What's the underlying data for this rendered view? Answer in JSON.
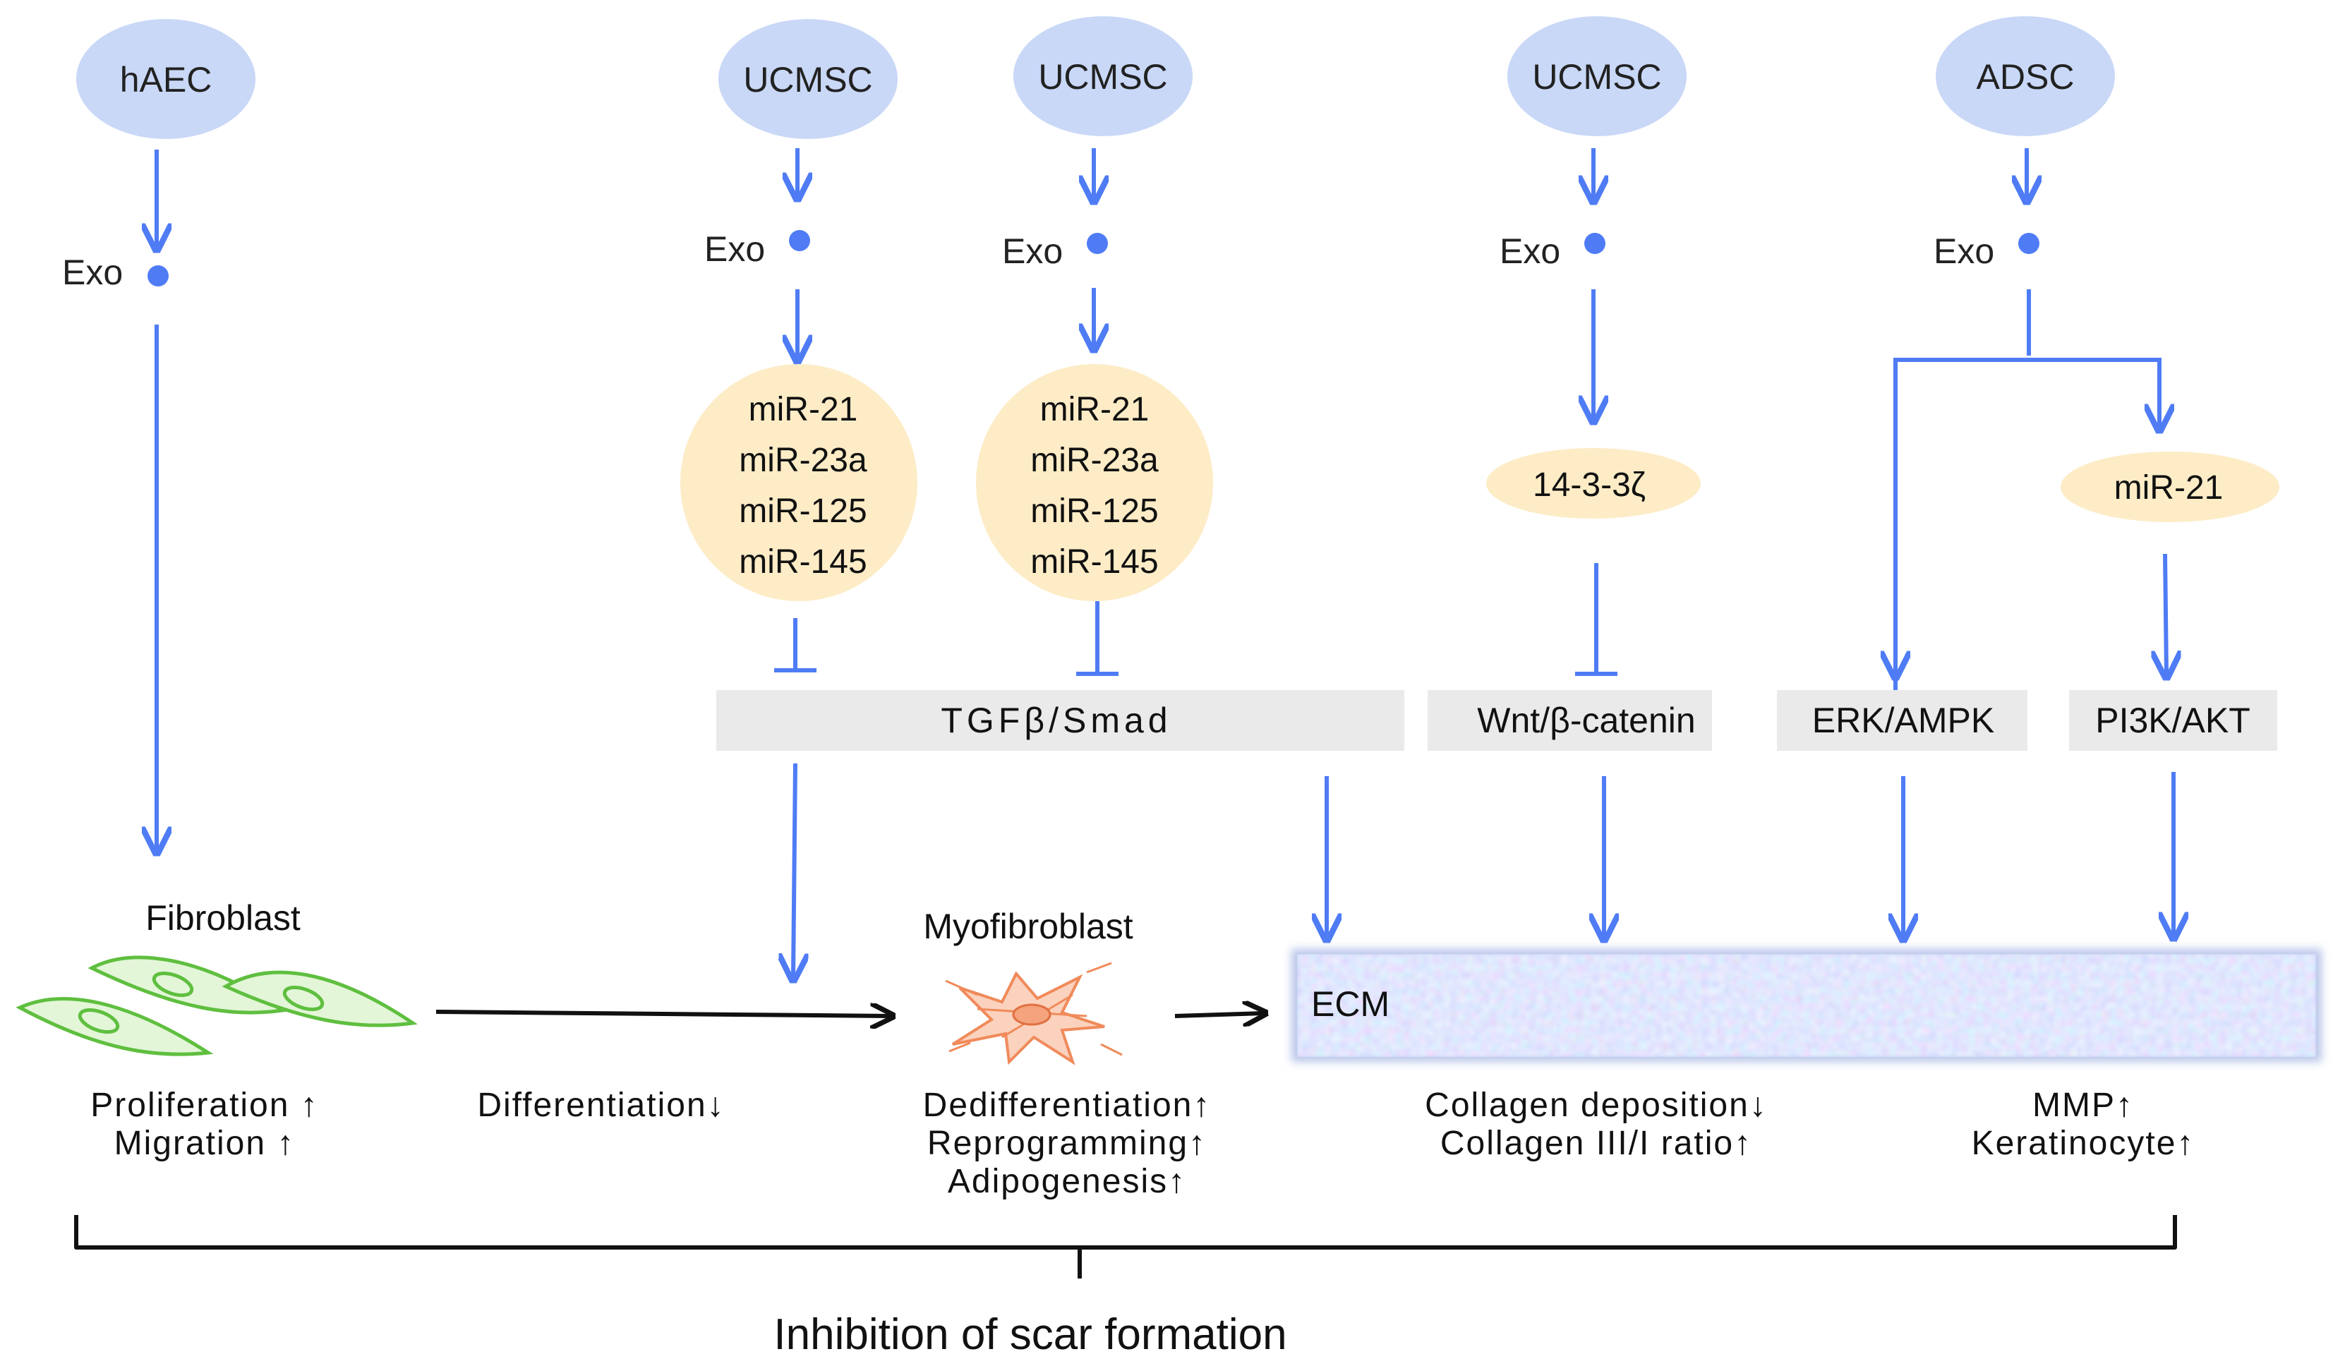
{
  "colors": {
    "arrow_blue": "#4f7cf5",
    "source_fill": "#c9d8f7",
    "mirna_fill": "#fdecc6",
    "pathway_fill": "#eaeaea",
    "fibroblast_green": "#5fbf3f",
    "myofibroblast_orange": "#f08a5a"
  },
  "sources": {
    "s1": "hAEC",
    "s2": "UCMSC",
    "s3": "UCMSC",
    "s4": "UCMSC",
    "s5": "ADSC"
  },
  "exo_label": "Exo",
  "mirna": {
    "set_a": [
      "miR-21",
      "miR-23a",
      "miR-125",
      "miR-145"
    ],
    "set_b": [
      "miR-21",
      "miR-23a",
      "miR-125",
      "miR-145"
    ],
    "protein": "14-3-3ζ",
    "adsc_mir": "miR-21"
  },
  "pathways": {
    "tgf": "TGFβ/Smad",
    "wnt": "Wnt/β-catenin",
    "erk": "ERK/AMPK",
    "pi3k": "PI3K/AKT"
  },
  "cells": {
    "fibroblast": "Fibroblast",
    "myofibroblast": "Myofibroblast",
    "ecm": "ECM"
  },
  "effects": {
    "fibroblast": [
      "Proliferation ↑",
      "Migration ↑"
    ],
    "differentiation": "Differentiation↓",
    "myofibroblast": [
      "Dedifferentiation↑",
      "Reprogramming↑",
      "Adipogenesis↑"
    ],
    "collagen": [
      "Collagen deposition↓",
      "Collagen III/I ratio↑"
    ],
    "mmp": [
      "MMP↑",
      "Keratinocyte↑"
    ]
  },
  "conclusion": "Inhibition of scar formation"
}
